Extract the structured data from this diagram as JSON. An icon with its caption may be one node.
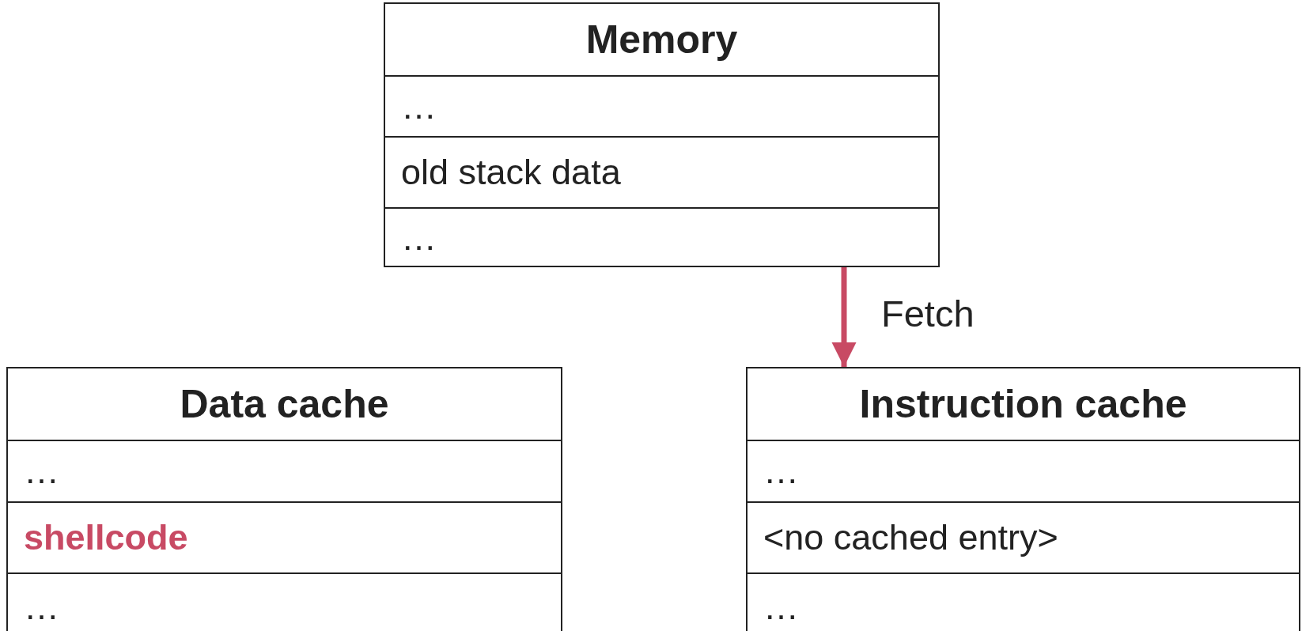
{
  "diagram": {
    "nodes": [
      {
        "text": [
          "Memory"
        ]
      },
      {
        "text": [
          "…"
        ],
        "in": 0
      },
      {
        "text": [
          "old stack data"
        ],
        "in": 0
      },
      {
        "text": [
          "…"
        ],
        "in": 0
      },
      {
        "text": [
          "Data cache"
        ]
      },
      {
        "text": [
          "…"
        ],
        "in": 4
      },
      {
        "text": [
          "shellcode"
        ],
        "in": 4
      },
      {
        "text": [
          "…"
        ],
        "in": 4
      },
      {
        "text": [
          "Instruction cache"
        ]
      },
      {
        "text": [
          "…"
        ],
        "in": 8
      },
      {
        "text": [
          "<no cached entry>"
        ],
        "in": 8
      },
      {
        "text": [
          "…"
        ],
        "in": 8
      }
    ],
    "edges": [
      {
        "from": 0,
        "to": 8,
        "arrow": "to",
        "label": "Fetch",
        "color": "#c84a64"
      }
    ]
  }
}
